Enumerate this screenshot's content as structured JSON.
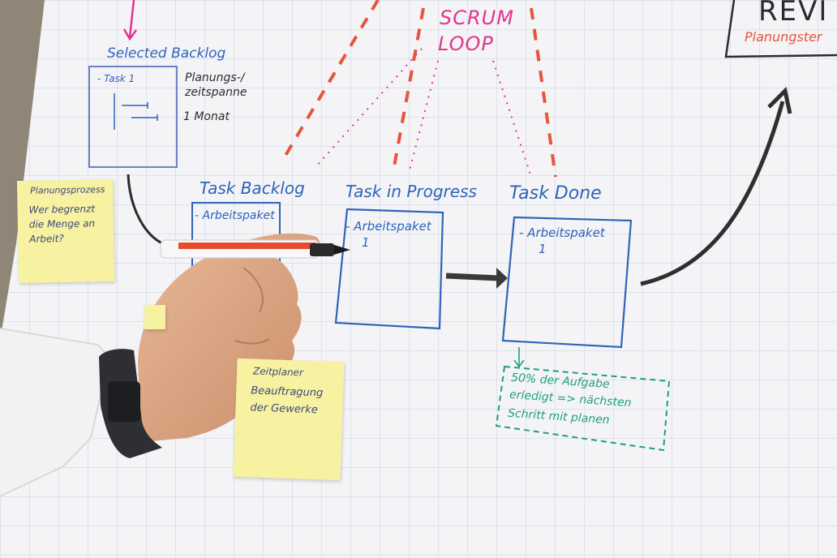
{
  "board": {
    "top_title": "SCRUM",
    "loop": "LOOP",
    "review": {
      "title": "REVI",
      "subtitle": "Planungster"
    },
    "selected_backlog": {
      "title": "Selected Backlog",
      "item": "- Task 1",
      "note1": "Planungs-/",
      "note2": "zeitspanne",
      "note3": "1 Monat"
    },
    "task_backlog": {
      "title": "Task Backlog",
      "item": "- Arbeitspaket"
    },
    "task_in_progress": {
      "title": "Task in Progress",
      "item": "- Arbeitspaket",
      "num": "1"
    },
    "task_done": {
      "title": "Task Done",
      "item": "- Arbeitspaket",
      "num": "1"
    },
    "green_note": {
      "line1": "50% der Aufgabe",
      "line2": "erledigt => nächsten",
      "line3": "Schritt mit planen"
    }
  },
  "sticky_notes": {
    "left": {
      "line1": "Planungsprozess",
      "line2": "Wer begrenzt",
      "line3": "die Menge an",
      "line4": "Arbeit?"
    },
    "bottom": {
      "line1": "Zeitplaner",
      "line2": "Beauftragung",
      "line3": "der Gewerke"
    }
  },
  "colors": {
    "paper": "#f4f4f7",
    "grid": "#cfd6e6",
    "marker_blue": "#2f63b8",
    "marker_pink": "#e2348f",
    "marker_red": "#e8543e",
    "marker_green": "#1fa07a",
    "marker_black": "#2b2b2b",
    "sticky_yellow": "#f7f1a2",
    "skin": "#d9a582",
    "shirt": "#f3f3f3"
  }
}
